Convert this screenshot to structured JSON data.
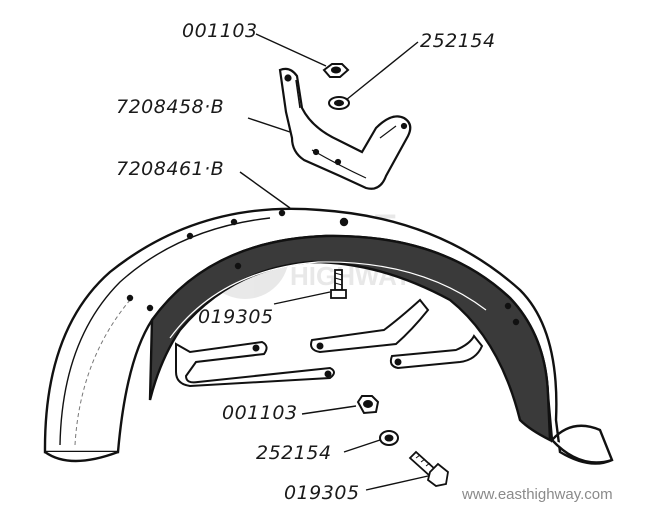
{
  "labels": {
    "nut_top": "001103",
    "washer_top": "252154",
    "bracket": "7208458·B",
    "fender": "7208461·B",
    "bolt_mid": "019305",
    "nut_bottom": "001103",
    "washer_bottom": "252154",
    "bolt_bottom": "019305"
  },
  "watermark": {
    "line1": "EAST",
    "line2": "HIGHWAY"
  },
  "website": "www.easthighway.com"
}
